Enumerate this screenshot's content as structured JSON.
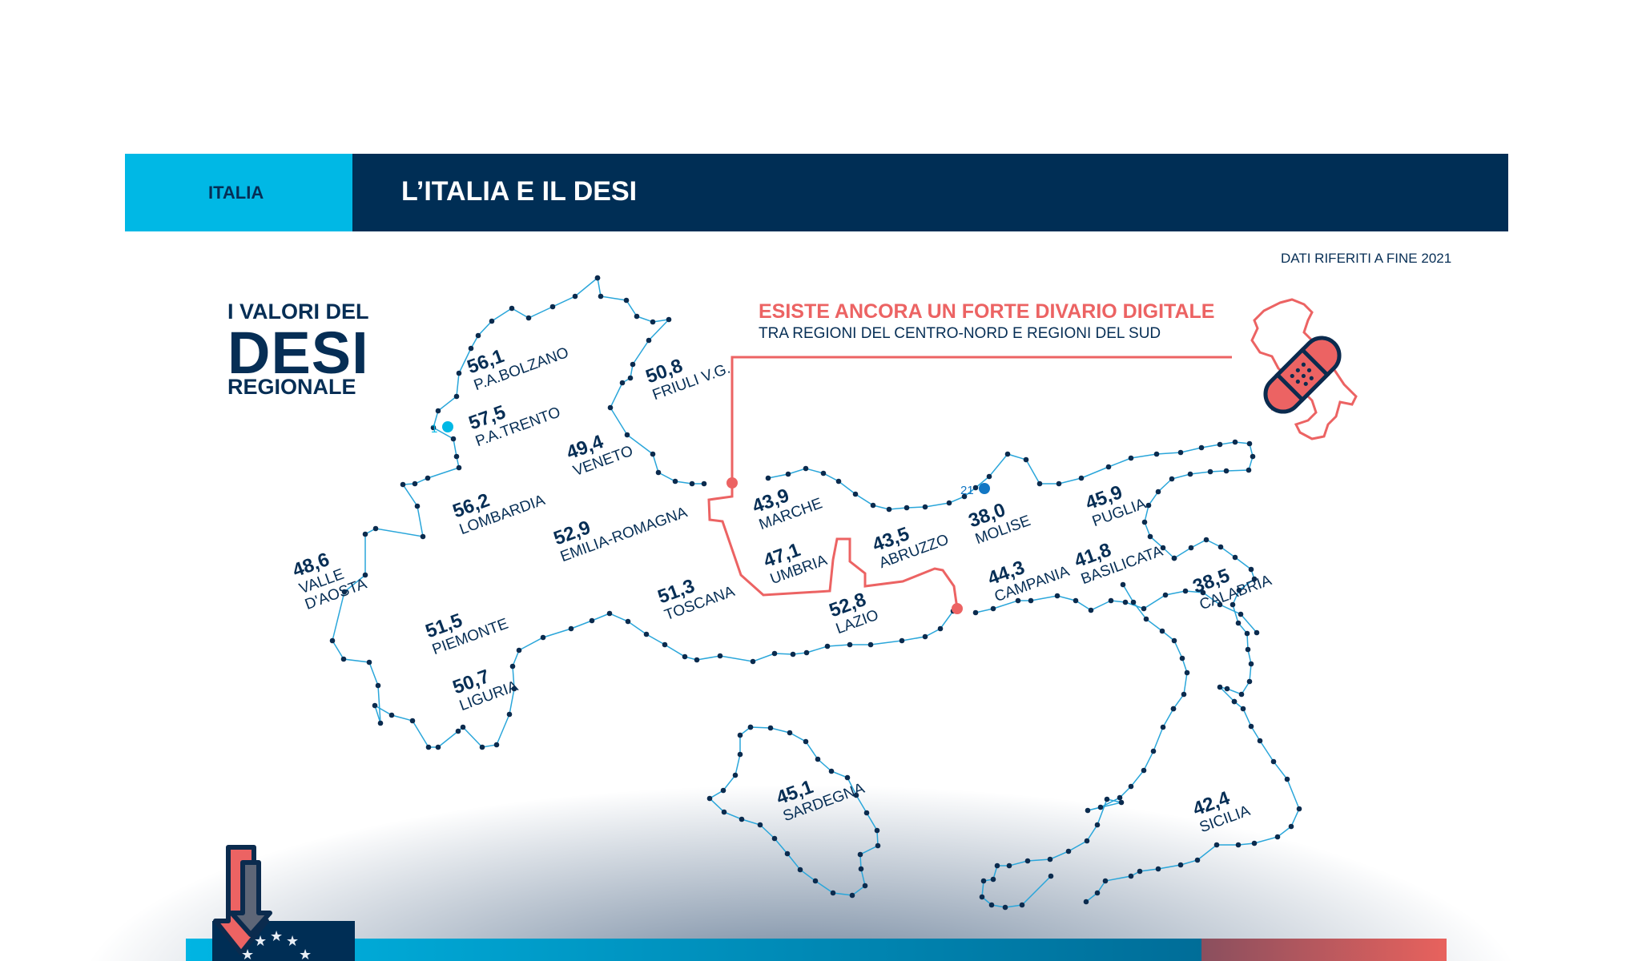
{
  "header": {
    "section": "ITALIA",
    "title": "L’ITALIA E IL DESI"
  },
  "note": "DATI RIFERITI A FINE 2021",
  "title": {
    "line1": "I VALORI DEL",
    "line2": "DESI",
    "line3": "REGIONALE"
  },
  "callout": {
    "headline": "ESISTE ANCORA UN FORTE DIVARIO DIGITALE",
    "subline": "TRA REGIONI DEL CENTRO-NORD E REGIONI DEL SUD"
  },
  "markers": {
    "start": "1",
    "end": "21"
  },
  "colors": {
    "navy": "#002e55",
    "cyan": "#00b8e5",
    "coral": "#ec6363"
  },
  "icons": [
    "italy-bandage-icon",
    "down-arrows-eu-flag-icon"
  ],
  "regions": [
    {
      "name": "P.A.BOLZANO",
      "value": "56,1"
    },
    {
      "name": "P.A.TRENTO",
      "value": "57,5"
    },
    {
      "name": "FRIULI V.G.",
      "value": "50,8"
    },
    {
      "name": "VENETO",
      "value": "49,4"
    },
    {
      "name": "LOMBARDIA",
      "value": "56,2"
    },
    {
      "name": "EMILIA-ROMAGNA",
      "value": "52,9"
    },
    {
      "name": "VALLE\nD'AOSTA",
      "value": "48,6"
    },
    {
      "name": "PIEMONTE",
      "value": "51,5"
    },
    {
      "name": "LIGURIA",
      "value": "50,7"
    },
    {
      "name": "TOSCANA",
      "value": "51,3"
    },
    {
      "name": "MARCHE",
      "value": "43,9"
    },
    {
      "name": "UMBRIA",
      "value": "47,1"
    },
    {
      "name": "LAZIO",
      "value": "52,8"
    },
    {
      "name": "ABRUZZO",
      "value": "43,5"
    },
    {
      "name": "MOLISE",
      "value": "38,0"
    },
    {
      "name": "CAMPANIA",
      "value": "44,3"
    },
    {
      "name": "PUGLIA",
      "value": "45,9"
    },
    {
      "name": "BASILICATA",
      "value": "41,8"
    },
    {
      "name": "CALABRIA",
      "value": "38,5"
    },
    {
      "name": "SARDEGNA",
      "value": "45,1"
    },
    {
      "name": "SICILIA",
      "value": "42,4"
    }
  ]
}
